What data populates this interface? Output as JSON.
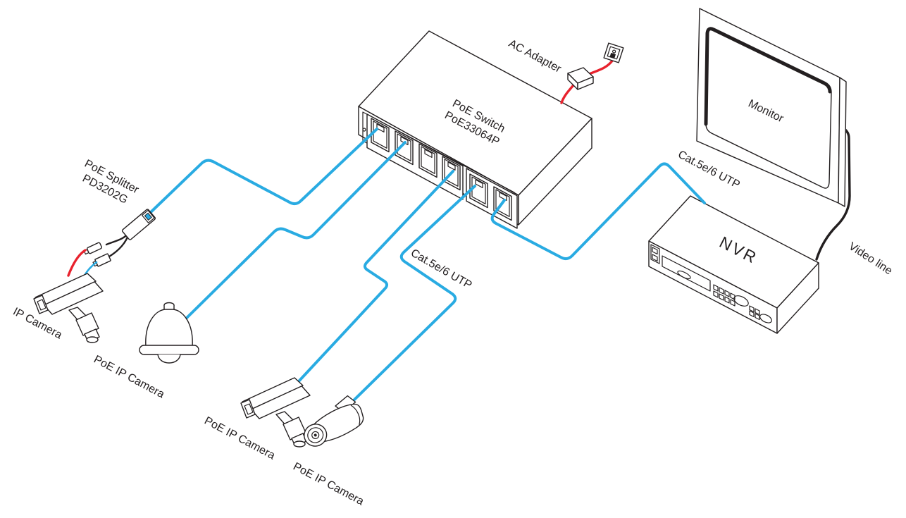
{
  "title": "PoE surveillance system connection diagram",
  "labels": {
    "ac_adapter": "AC Adapter",
    "switch_name": "PoE Switch",
    "switch_model": "PoE33064P",
    "cable_right": "Cat.5e/6 UTP",
    "cable_center": "Cat.5e/6 UTP",
    "monitor": "Monitor",
    "video_line": "Video line",
    "nvr": "NVR",
    "splitter_name": "PoE Splitter",
    "splitter_model": "PD3202G",
    "camera_left": "IP Camera",
    "camera_dome": "PoE IP Camera",
    "camera_box": "PoE IP Camera",
    "camera_bullet": "PoE IP Camera"
  },
  "colors": {
    "ethernet_cable": "#29abe2",
    "power_cable": "#e8222d",
    "video_cable": "#231f20",
    "line_art": "#231f20",
    "background": "#ffffff"
  },
  "switch": {
    "ports_total": 6,
    "connected_ports": [
      1,
      2,
      4,
      5,
      6
    ],
    "empty_ports": [
      3
    ]
  },
  "connections": [
    {
      "from": "PoE Switch port 1",
      "cable": "Cat.5e/6 UTP",
      "to": "PoE Splitter PD3202G",
      "then": "IP Camera"
    },
    {
      "from": "PoE Switch port 2",
      "cable": "Cat.5e/6 UTP",
      "to": "PoE IP Camera (dome)"
    },
    {
      "from": "PoE Switch port 4",
      "cable": "Cat.5e/6 UTP",
      "to": "PoE IP Camera (box)"
    },
    {
      "from": "PoE Switch port 5",
      "cable": "Cat.5e/6 UTP",
      "to": "PoE IP Camera (bullet)"
    },
    {
      "from": "PoE Switch port 6",
      "cable": "Cat.5e/6 UTP",
      "to": "NVR"
    },
    {
      "from": "AC Adapter",
      "cable": "power cord",
      "to": "PoE Switch"
    },
    {
      "from": "NVR",
      "cable": "Video line",
      "to": "Monitor"
    }
  ]
}
